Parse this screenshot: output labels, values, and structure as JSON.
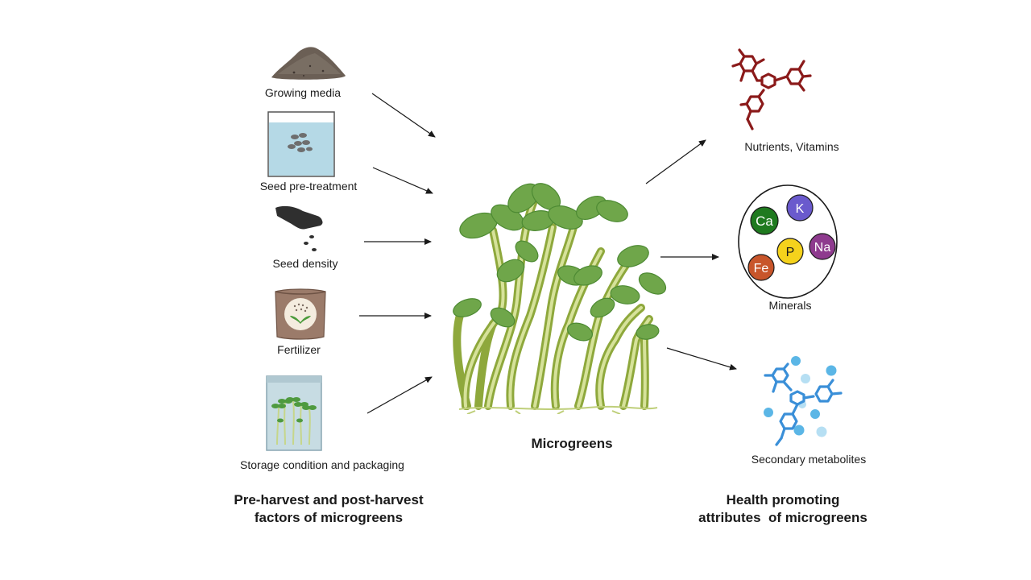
{
  "left_factors": [
    {
      "label": "Growing media",
      "icon": "soil-pile-icon"
    },
    {
      "label": "Seed pre-treatment",
      "icon": "seeds-in-water-icon"
    },
    {
      "label": "Seed density",
      "icon": "hand-sowing-seeds-icon"
    },
    {
      "label": "Fertilizer",
      "icon": "fertilizer-bag-icon"
    },
    {
      "label": "Storage condition and packaging",
      "icon": "packaged-microgreens-icon"
    }
  ],
  "left_heading": [
    "Pre-harvest and post-harvest",
    "factors of microgreens"
  ],
  "center_label": "Microgreens",
  "right_attributes": [
    {
      "label": "Nutrients, Vitamins",
      "icon": "molecule-structure-icon",
      "color": "#8b1a1a"
    },
    {
      "label": "Minerals",
      "icon": "minerals-circle-icon"
    },
    {
      "label": "Secondary metabolites",
      "icon": "metabolite-molecules-icon",
      "color": "#3a8fd8"
    }
  ],
  "minerals": [
    {
      "symbol": "Ca",
      "color": "#1f7a1f",
      "text_color": "#ffffff"
    },
    {
      "symbol": "K",
      "color": "#6a5acd",
      "text_color": "#ffffff"
    },
    {
      "symbol": "P",
      "color": "#f5d21c",
      "text_color": "#1a1a1a"
    },
    {
      "symbol": "Na",
      "color": "#8e3a8e",
      "text_color": "#ffffff"
    },
    {
      "symbol": "Fe",
      "color": "#c8552a",
      "text_color": "#ffffff"
    }
  ],
  "right_heading": [
    "Health promoting",
    "attributes  of microgreens"
  ]
}
